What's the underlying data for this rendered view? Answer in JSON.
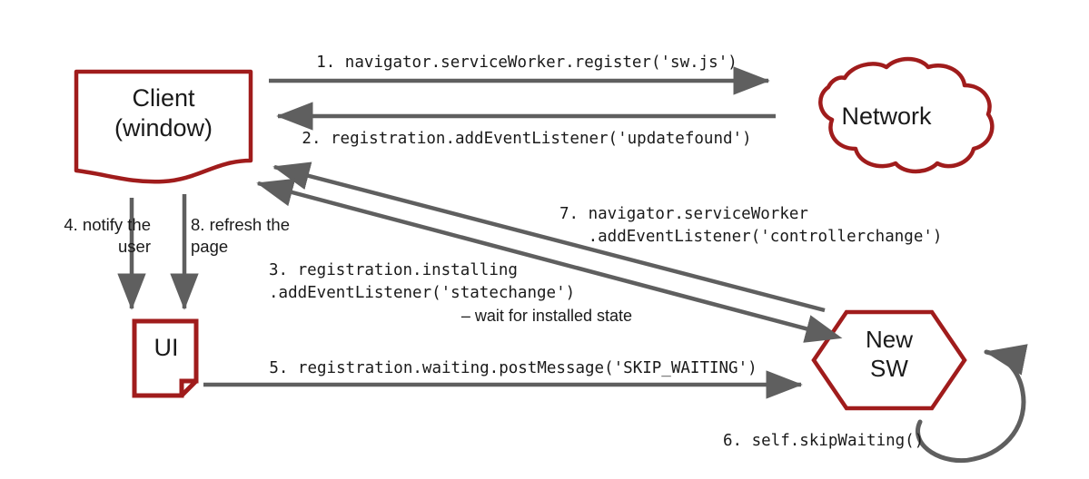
{
  "diagram": {
    "title": "Service Worker registration and update lifecycle",
    "colors": {
      "node_stroke": "#A01C1C",
      "node_fill": "#FFFFFF",
      "arrow": "#5F5F5F",
      "text": "#1A1A1A",
      "background": "#FFFFFF"
    },
    "nodes": [
      {
        "id": "client",
        "label": "Client\n(window)",
        "shape": "document-wave",
        "stroke": "#A01C1C"
      },
      {
        "id": "network",
        "label": "Network",
        "shape": "cloud",
        "stroke": "#A01C1C"
      },
      {
        "id": "ui",
        "label": "UI",
        "shape": "note-folded",
        "stroke": "#A01C1C"
      },
      {
        "id": "newsw",
        "label": "New\nSW",
        "shape": "hexagon",
        "stroke": "#A01C1C"
      }
    ],
    "edges": [
      {
        "id": "step1",
        "step": "1",
        "from": "client",
        "to": "network",
        "direction": "forward",
        "style": "mono",
        "align": "center",
        "lines": [
          "1. navigator.serviceWorker.register('sw.js')"
        ]
      },
      {
        "id": "step2",
        "step": "2",
        "from": "network",
        "to": "client",
        "direction": "backward",
        "style": "mono",
        "align": "center",
        "lines": [
          "2. registration.addEventListener('updatefound')"
        ]
      },
      {
        "id": "step3",
        "step": "3",
        "from": "client",
        "to": "newsw",
        "direction": "both",
        "style": "mono",
        "align": "left",
        "lines": [
          "3. registration.installing",
          ".addEventListener('statechange')",
          "– wait for installed state"
        ]
      },
      {
        "id": "step4",
        "step": "4",
        "from": "client",
        "to": "ui",
        "direction": "forward",
        "style": "prose",
        "align": "right",
        "lines": [
          "4. notify the",
          "user"
        ]
      },
      {
        "id": "step5",
        "step": "5",
        "from": "ui",
        "to": "newsw",
        "direction": "forward",
        "style": "mono",
        "align": "center",
        "lines": [
          "5. registration.waiting.postMessage('SKIP_WAITING')"
        ]
      },
      {
        "id": "step6",
        "step": "6",
        "from": "newsw",
        "to": "newsw",
        "direction": "self-loop",
        "style": "mono",
        "align": "left",
        "lines": [
          "6. self.skipWaiting()"
        ]
      },
      {
        "id": "step7",
        "step": "7",
        "from": "newsw",
        "to": "client",
        "direction": "backward",
        "style": "mono",
        "align": "left",
        "lines": [
          "7. navigator.serviceWorker",
          "   .addEventListener('controllerchange')"
        ]
      },
      {
        "id": "step8",
        "step": "8",
        "from": "client",
        "to": "ui",
        "direction": "forward",
        "style": "prose",
        "align": "left",
        "lines": [
          "8. refresh the",
          "page"
        ]
      }
    ]
  }
}
